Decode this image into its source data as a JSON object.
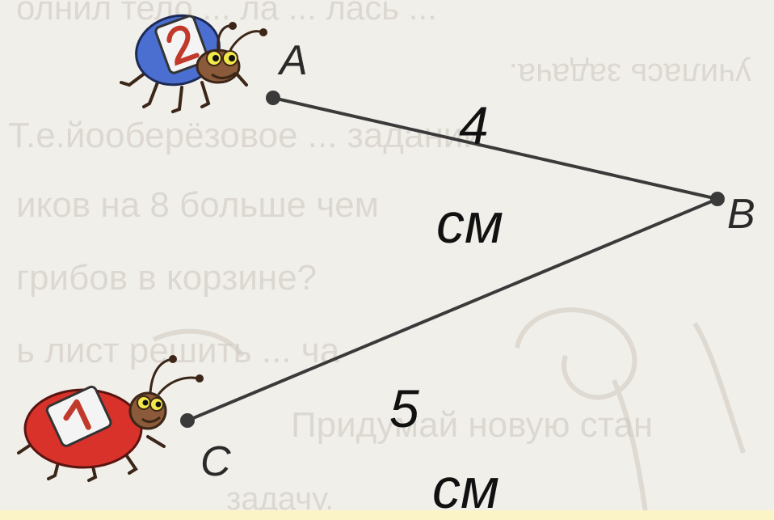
{
  "points": {
    "a": "A",
    "b": "B",
    "c": "C"
  },
  "segments": {
    "ab": {
      "value": "4",
      "unit": "см"
    },
    "bc": {
      "value": "5",
      "unit": "см"
    }
  },
  "background_text": {
    "line1": "олнил тело ... ла ... лась ... ",
    "line2": "училась задача.",
    "line3": "Т.е.йооберёзовое ... задании",
    "line4": "иков на 8 больше чем",
    "line5": "грибов в корзине?",
    "line6": "ь лист решить ... ча",
    "line7": "Придумай новую стан",
    "line8": "задачу."
  },
  "colors": {
    "line": "#3a3a3a",
    "bug_shell_blue": "#4a6fd1",
    "bug_shell_red": "#d9322b",
    "bug_body": "#8a5a3a",
    "bug_card": "#f4f4f4"
  },
  "icons": {
    "bug_a": "ladybug-with-card-2",
    "bug_c": "ladybug-with-card-1"
  }
}
